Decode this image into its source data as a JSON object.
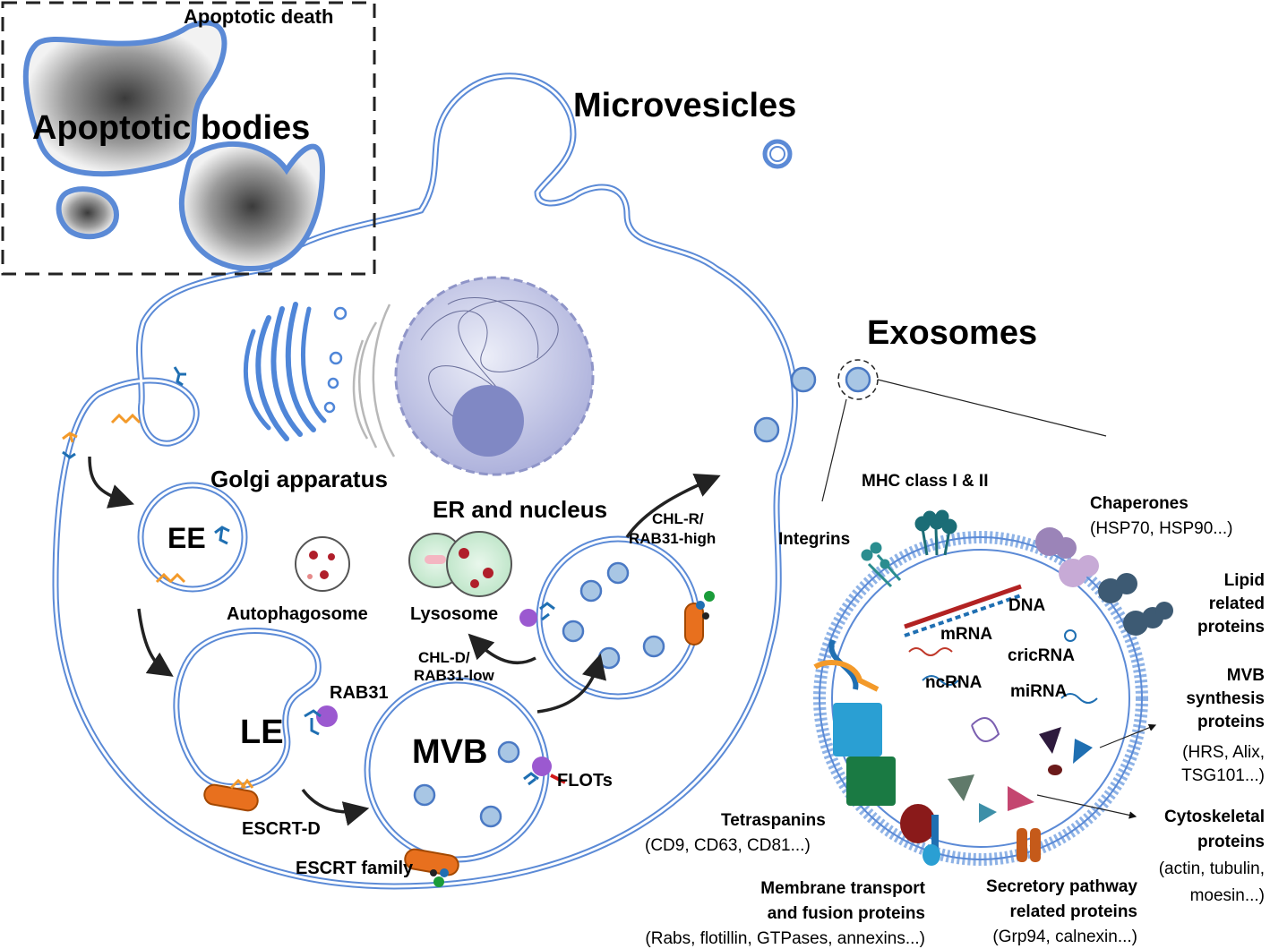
{
  "labels": {
    "apoptotic_death": "Apoptotic death",
    "apoptotic_bodies": "Apoptotic bodies",
    "microvesicles": "Microvesicles",
    "exosomes": "Exosomes",
    "golgi": "Golgi apparatus",
    "er_nucleus": "ER and nucleus",
    "ee": "EE",
    "le": "LE",
    "mvb": "MVB",
    "rab31": "RAB31",
    "escrt_d": "ESCRT-D",
    "escrt_family": "ESCRT family",
    "flots": "FLOTs",
    "autophagosome": "Autophagosome",
    "lysosome": "Lysosome",
    "chl_d_1": "CHL-D/",
    "chl_d_2": "RAB31-low",
    "chl_r_1": "CHL-R/",
    "chl_r_2": "RAB31-high",
    "mhc": "MHC class I & II",
    "integrins": "Integrins",
    "chaperones": "Chaperones",
    "chaperones_ex": "(HSP70, HSP90...)",
    "lipid_1": "Lipid",
    "lipid_2": "related",
    "lipid_3": "proteins",
    "mvb_syn_1": "MVB",
    "mvb_syn_2": "synthesis",
    "mvb_syn_3": "proteins",
    "mvb_syn_ex1": "(HRS, Alix,",
    "mvb_syn_ex2": "TSG101...)",
    "cyto_1": "Cytoskeletal",
    "cyto_2": "proteins",
    "cyto_ex1": "(actin, tubulin,",
    "cyto_ex2": "moesin...)",
    "tetraspanins": "Tetraspanins",
    "tetraspanins_ex": "(CD9, CD63, CD81...)",
    "membrane_1": "Membrane transport",
    "membrane_2": "and fusion proteins",
    "membrane_ex": "(Rabs, flotillin, GTPases, annexins...)",
    "secretory_1": "Secretory pathway",
    "secretory_2": "related proteins",
    "secretory_ex": "(Grp94, calnexin...)",
    "dna": "DNA",
    "mrna": "mRNA",
    "circrna": "cricRNA",
    "ncrna": "ncRNA",
    "mirna": "miRNA"
  },
  "colors": {
    "membrane": "#5b8ad6",
    "nucleus": "#c9cbeb",
    "nucleolus": "#8088c4",
    "escrt": "#e8701e",
    "rab31": "#9b59d0",
    "receptor_blue": "#1f6fb2",
    "receptor_orange": "#f39a2a"
  }
}
